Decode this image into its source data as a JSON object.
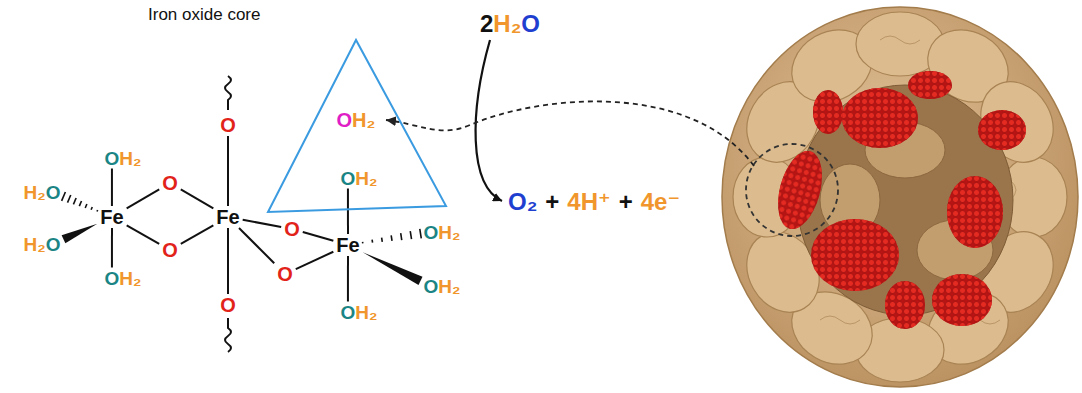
{
  "diagram": {
    "nodes": [
      {
        "text": [
          "OH₂"
        ]
      }
    ],
    "labels": [
      "Iron oxide core",
      "OH₂",
      "H₂O",
      "Fe",
      "O",
      "O",
      "Fe",
      "O",
      "OH₂",
      "H₂O",
      "O",
      "Fe",
      "OH₂",
      "OH₂",
      "O",
      "OH₂",
      "O",
      "OH₂",
      "2H₂O",
      "O₂",
      "+",
      "4H⁺",
      "+",
      "4e⁻"
    ]
  }
}
